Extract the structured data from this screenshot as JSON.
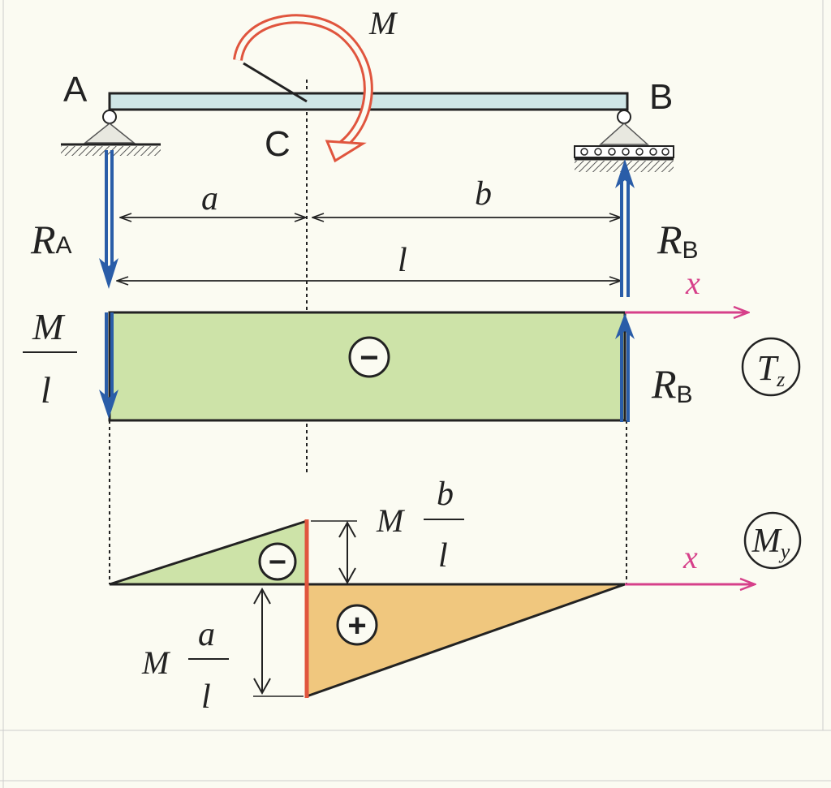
{
  "labels": {
    "moment": "M",
    "point_a": "A",
    "point_b": "B",
    "point_c": "C",
    "dim_a": "a",
    "dim_b": "b",
    "dim_l": "l",
    "reaction_a_main": "R",
    "reaction_a_sub": "A",
    "reaction_b_main": "R",
    "reaction_b_sub": "B",
    "shear_value_num": "M",
    "shear_value_den": "l",
    "shear_sign": "−",
    "shear_reaction_main": "R",
    "shear_reaction_sub": "B",
    "axis_x_shear": "x",
    "shear_diagram_main": "T",
    "shear_diagram_sub": "z",
    "moment_diagram_main": "M",
    "moment_diagram_sub": "y",
    "axis_x_moment": "x",
    "moment_neg_sign": "−",
    "moment_pos_sign": "+",
    "moment_neg_value_m": "M",
    "moment_neg_value_num": "b",
    "moment_neg_value_den": "l",
    "moment_pos_value_m": "M",
    "moment_pos_value_num": "a",
    "moment_pos_value_den": "l"
  },
  "colors": {
    "background": "#fbfbf2",
    "beam_fill": "#cfe6e6",
    "reaction_arrow": "#2a5da8",
    "moment_arrow": "#e0553e",
    "shear_fill": "#cde3a8",
    "moment_neg_fill": "#cde3a8",
    "moment_pos_fill": "#f0c77e",
    "axis_arrow": "#d6408a",
    "moment_jump_line": "#e0553e"
  }
}
